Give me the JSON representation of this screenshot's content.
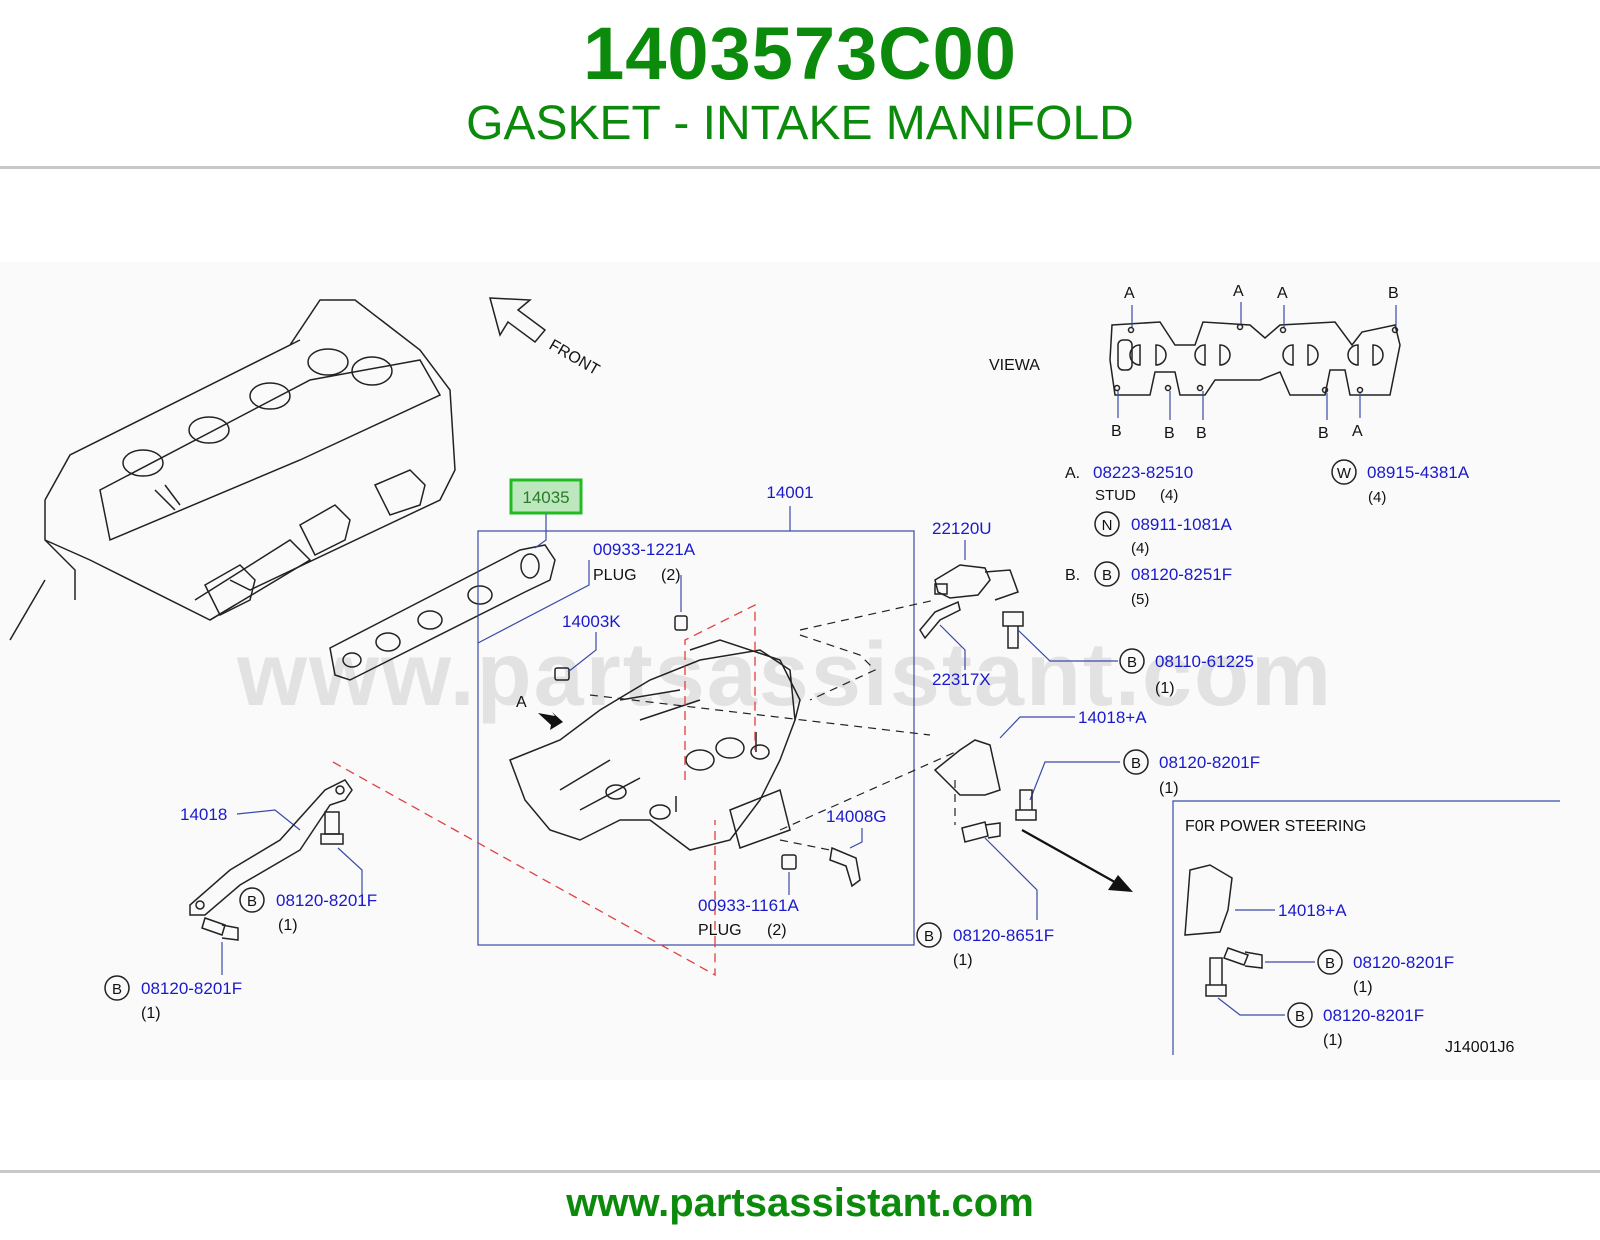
{
  "header": {
    "part_number": "1403573C00",
    "part_name": "GASKET - INTAKE MANIFOLD"
  },
  "footer": {
    "url": "www.partsassistant.com"
  },
  "diagram": {
    "watermark": "www.partsassistant.com",
    "front_label": "FRONT",
    "view_label": "VIEWA",
    "arrow_a_label": "A",
    "highlight_color": "#22bb22",
    "highlighted_part": "14035",
    "view_letters_top": [
      "A",
      "A",
      "A",
      "B"
    ],
    "view_letters_bottom": [
      "B",
      "B",
      "B",
      "B",
      "A"
    ],
    "callouts": {
      "p14001": "14001",
      "p00933_1221a": "00933-1221A",
      "plug_label": "PLUG",
      "plug_qty_2": "(2)",
      "p14003k": "14003K",
      "p22120u": "22120U",
      "p22317x": "22317X",
      "p08110_61225": "08110-61225",
      "p14018a": "14018+A",
      "p08120_8201f": "08120-8201F",
      "p14008g": "14008G",
      "p00933_1161a": "00933-1161A",
      "p08120_8651f": "08120-8651F",
      "p14018": "14018",
      "qty_1": "(1)"
    },
    "legend": {
      "a_prefix": "A.",
      "a_part": "08223-82510",
      "a_name": "STUD",
      "a_qty": "(4)",
      "w_circle": "W",
      "w_part": "08915-4381A",
      "w_qty": "(4)",
      "n_circle": "N",
      "n_part": "08911-1081A",
      "n_qty": "(4)",
      "b_prefix": "B.",
      "b_circle": "B",
      "b_part": "08120-8251F",
      "b_qty": "(5)"
    },
    "inset": {
      "title": "F0R   POWER   STEERING",
      "ref_code": "J14001J6"
    }
  }
}
